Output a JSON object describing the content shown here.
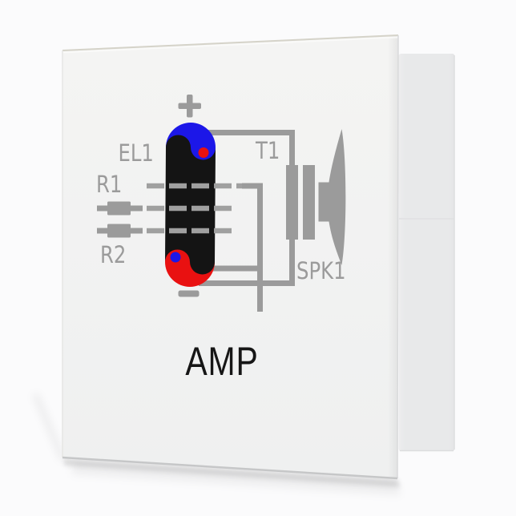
{
  "page": {
    "background_color": "#fbfbfc"
  },
  "binder": {
    "description_colors": {
      "cover": "#f2f3f2",
      "cover_top_edge": "#d5d3c9",
      "cover_bottom_edge": "#c6c7c8",
      "pages_block": "#e8e9ea"
    }
  },
  "cover_title": "AMP",
  "schematic": {
    "wire_color": "#9b9b9b",
    "labels": {
      "tube": "EL1",
      "resistor_top": "R1",
      "resistor_bottom": "R2",
      "transformer": "T1",
      "speaker": "SPK1"
    },
    "symbols": {
      "positive_terminal": "+",
      "negative_terminal": "−"
    },
    "tube": {
      "top_color": "#1c17e8",
      "bottom_color": "#e91111",
      "body_color": "#141414",
      "dot_top_color": "#e91111",
      "dot_bottom_color": "#1c17e8"
    },
    "icons": {
      "plus-icon": "+",
      "minus-icon": "−",
      "tube-icon": "black capsule with blue/red yin-yang ends",
      "resistor-icon": "gray box with leads",
      "transformer-icon": "two vertical bars",
      "speaker-icon": "horn profile"
    }
  }
}
